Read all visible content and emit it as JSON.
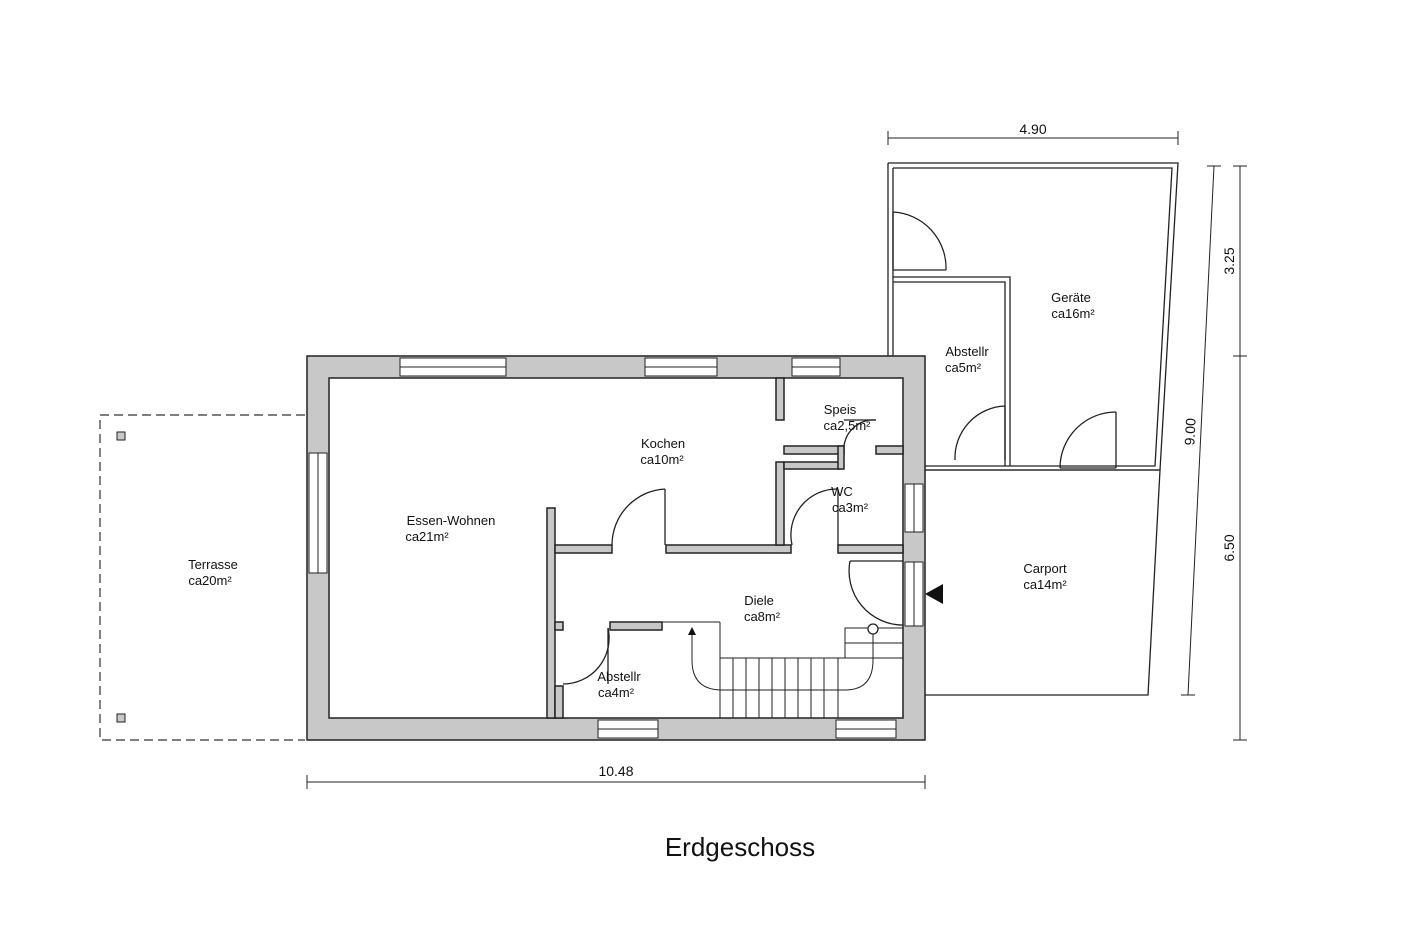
{
  "title": "Erdgeschoss",
  "rooms": [
    {
      "key": "terrasse",
      "name": "Terrasse",
      "area": "ca20m²"
    },
    {
      "key": "essen",
      "name": "Essen-Wohnen",
      "area": "ca21m²"
    },
    {
      "key": "kochen",
      "name": "Kochen",
      "area": "ca10m²"
    },
    {
      "key": "speis",
      "name": "Speis",
      "area": "ca2,5m²"
    },
    {
      "key": "wc",
      "name": "WC",
      "area": "ca3m²"
    },
    {
      "key": "diele",
      "name": "Diele",
      "area": "ca8m²"
    },
    {
      "key": "abstellr_eg",
      "name": "Abstellr",
      "area": "ca4m²"
    },
    {
      "key": "abstellr_nb",
      "name": "Abstellr",
      "area": "ca5m²"
    },
    {
      "key": "geraete",
      "name": "Geräte",
      "area": "ca16m²"
    },
    {
      "key": "carport",
      "name": "Carport",
      "area": "ca14m²"
    }
  ],
  "dimensions": {
    "width_main": "10.48",
    "width_annex": "4.90",
    "height_annex_top": "3.25",
    "height_annex_bottom": "6.50",
    "height_annex_total": "9.00"
  }
}
